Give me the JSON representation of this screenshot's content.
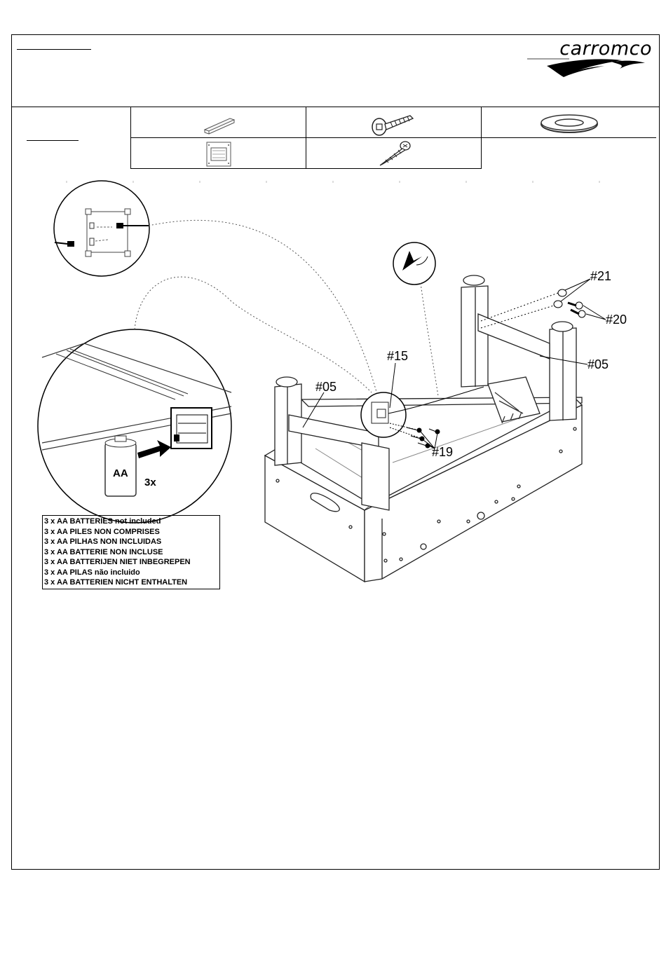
{
  "brand": {
    "name": "carromco"
  },
  "callouts": {
    "c21": "#21",
    "c20": "#20",
    "c05_right": "#05",
    "c15": "#15",
    "c05_left": "#05",
    "c19": "#19"
  },
  "battery": {
    "cell_label": "AA",
    "count_label": "3x",
    "notes": [
      "3 x AA BATTERIES not included",
      "3 x AA PILES NON COMPRISES",
      "3 x AA PILHAS NON INCLUIDAS",
      "3 x AA BATTERIE NON INCLUSE",
      "3 x AA BATTERIJEN NIET INBEGREPEN",
      "3 x AA PILAS não incluido",
      "3 x AA BATTERIEN NICHT ENTHALTEN"
    ]
  },
  "parts_icons": [
    "bracket-bar-icon",
    "flat-head-bolt-icon",
    "washer-icon",
    "battery-box-icon",
    "wood-screw-icon"
  ]
}
